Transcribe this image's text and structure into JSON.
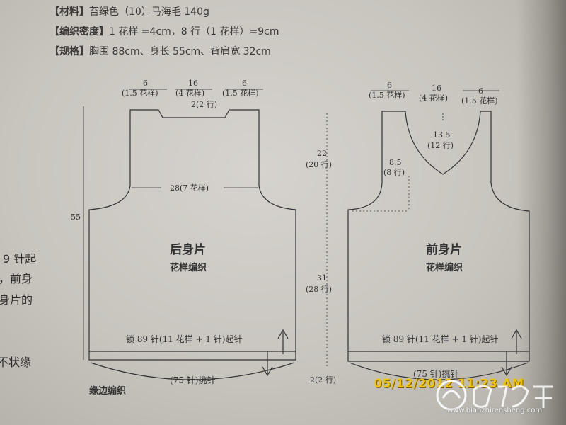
{
  "specs": [
    {
      "key": "【材料】",
      "value": "苔绿色（10）马海毛 140g"
    },
    {
      "key": "【编织密度】",
      "value": "1 花样 =4cm，8 行（1 花样）=9cm"
    },
    {
      "key": "【规格】",
      "value": "胸围 88cm、身长 55cm、背肩宽 32cm"
    }
  ],
  "side_text": [
    "9 针起",
    "，前身",
    "身片的",
    "不状缘"
  ],
  "back_piece": {
    "title": "后身片",
    "subtitle": "花样编织",
    "top_left_num": "6",
    "top_left_unit": "(1.5 花样)",
    "top_mid_num": "16",
    "top_mid_unit": "(4 花样)",
    "top_right_num": "6",
    "top_right_unit": "(1.5 花样)",
    "neck_depth": "2(2 行)",
    "chest_width": "28(7 花样)",
    "total_length": "55",
    "cast_on": "锁 89 针(11 花样 + 1 针)起针",
    "pick_up": "(75 针)挑针",
    "edge_label": "缘边编织"
  },
  "front_piece": {
    "title": "前身片",
    "subtitle": "花样编织",
    "top_left_num": "6",
    "top_left_unit": "(1.5 花样)",
    "top_mid_num": "16",
    "top_mid_unit": "(4 花样)",
    "top_right_num": "6",
    "top_right_unit": "(1.5 花样)",
    "neck_width_num": "13.5",
    "neck_width_unit": "(12 行)",
    "neck_side_num": "8.5",
    "neck_side_unit": "(8 行)",
    "armhole_num": "22",
    "armhole_unit": "(20 行)",
    "body_num": "31",
    "body_unit": "(28 行)",
    "hem_depth": "2(2 行)",
    "cast_on": "锁 89 针(11 花样 + 1 针)起针",
    "pick_up": "(75 针)挑针"
  },
  "timestamp": "05/12/2012 11:23 AM",
  "watermark": {
    "brand": "编织人生",
    "site": "www.bianzhirensheng.com"
  },
  "colors": {
    "paper": "#cfccc6",
    "ink": "#3a3836",
    "stamp": "#f2c400"
  }
}
